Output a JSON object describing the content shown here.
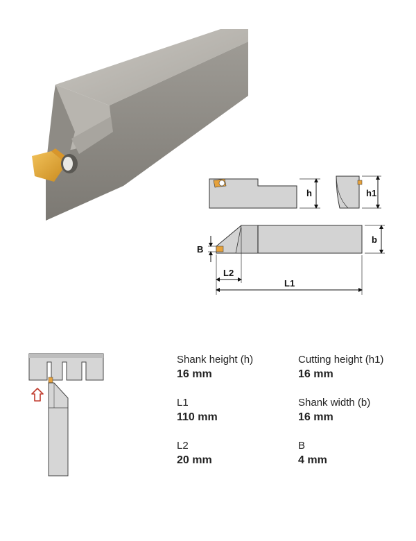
{
  "drawing": {
    "h": "h",
    "h1": "h1",
    "b": "b",
    "B": "B",
    "L1": "L1",
    "L2": "L2"
  },
  "specs": [
    {
      "label": "Shank height (h)",
      "value": "16 mm"
    },
    {
      "label": "Cutting height (h1)",
      "value": "16 mm"
    },
    {
      "label": "L1",
      "value": "110 mm"
    },
    {
      "label": "Shank width (b)",
      "value": "16 mm"
    },
    {
      "label": "L2",
      "value": "20 mm"
    },
    {
      "label": "B",
      "value": "4 mm"
    }
  ],
  "colors": {
    "steel": "#a3a09a",
    "insert": "#e6a23c",
    "drawing_fill": "#d3d3d3",
    "arrow": "#c0392b"
  },
  "icons": {
    "usage_arrow": "up-arrow-icon"
  }
}
